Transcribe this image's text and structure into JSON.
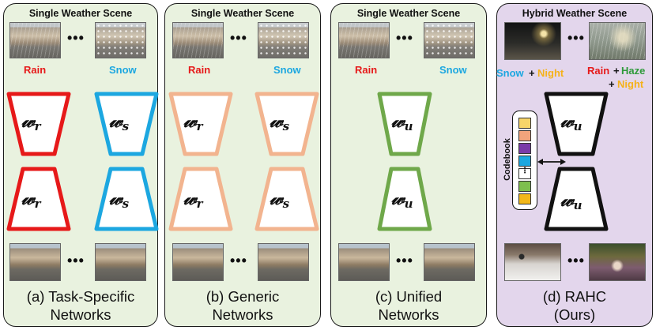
{
  "panels": {
    "a": {
      "title": "Single Weather Scene",
      "label_left": "Rain",
      "label_right": "Snow",
      "caption_line1": "(a) Task-Specific",
      "caption_line2": "Networks"
    },
    "b": {
      "title": "Single Weather Scene",
      "label_left": "Rain",
      "label_right": "Snow",
      "caption_line1": "(b) Generic",
      "caption_line2": "Networks"
    },
    "c": {
      "title": "Single Weather Scene",
      "label_left": "Rain",
      "label_right": "Snow",
      "caption_line1": "(c) Unified",
      "caption_line2": "Networks"
    },
    "d": {
      "title": "Hybrid Weather Scene",
      "combo_left": {
        "first": "Snow",
        "plus": "+",
        "second": "Night"
      },
      "combo_right": {
        "first": "Rain",
        "plus1": "+",
        "second": "Haze",
        "plus2": "+",
        "third": "Night"
      },
      "codebook_label": "Codebook",
      "caption_line1": "(d) RAHC",
      "caption_line2": "(Ours)"
    }
  },
  "ellipsis": "•••",
  "weights": {
    "symbol": "𝓌",
    "rain_sub": "r",
    "snow_sub": "s",
    "unified_sub": "u"
  },
  "colors": {
    "rain": "#e61919",
    "snow": "#1ca7e0",
    "generic": "#f2b48f",
    "unified": "#6fa84a",
    "night": "#f5b21a",
    "haze": "#2e9a3a",
    "panel_green": "#e9f2df",
    "panel_purple": "#e3d6ec"
  },
  "codebook_colors": [
    "#f7d56a",
    "#f2a47c",
    "#7a3aa8",
    "#1ca7e0",
    "#ffffff",
    "#7ebf4e",
    "#f2b81a"
  ]
}
